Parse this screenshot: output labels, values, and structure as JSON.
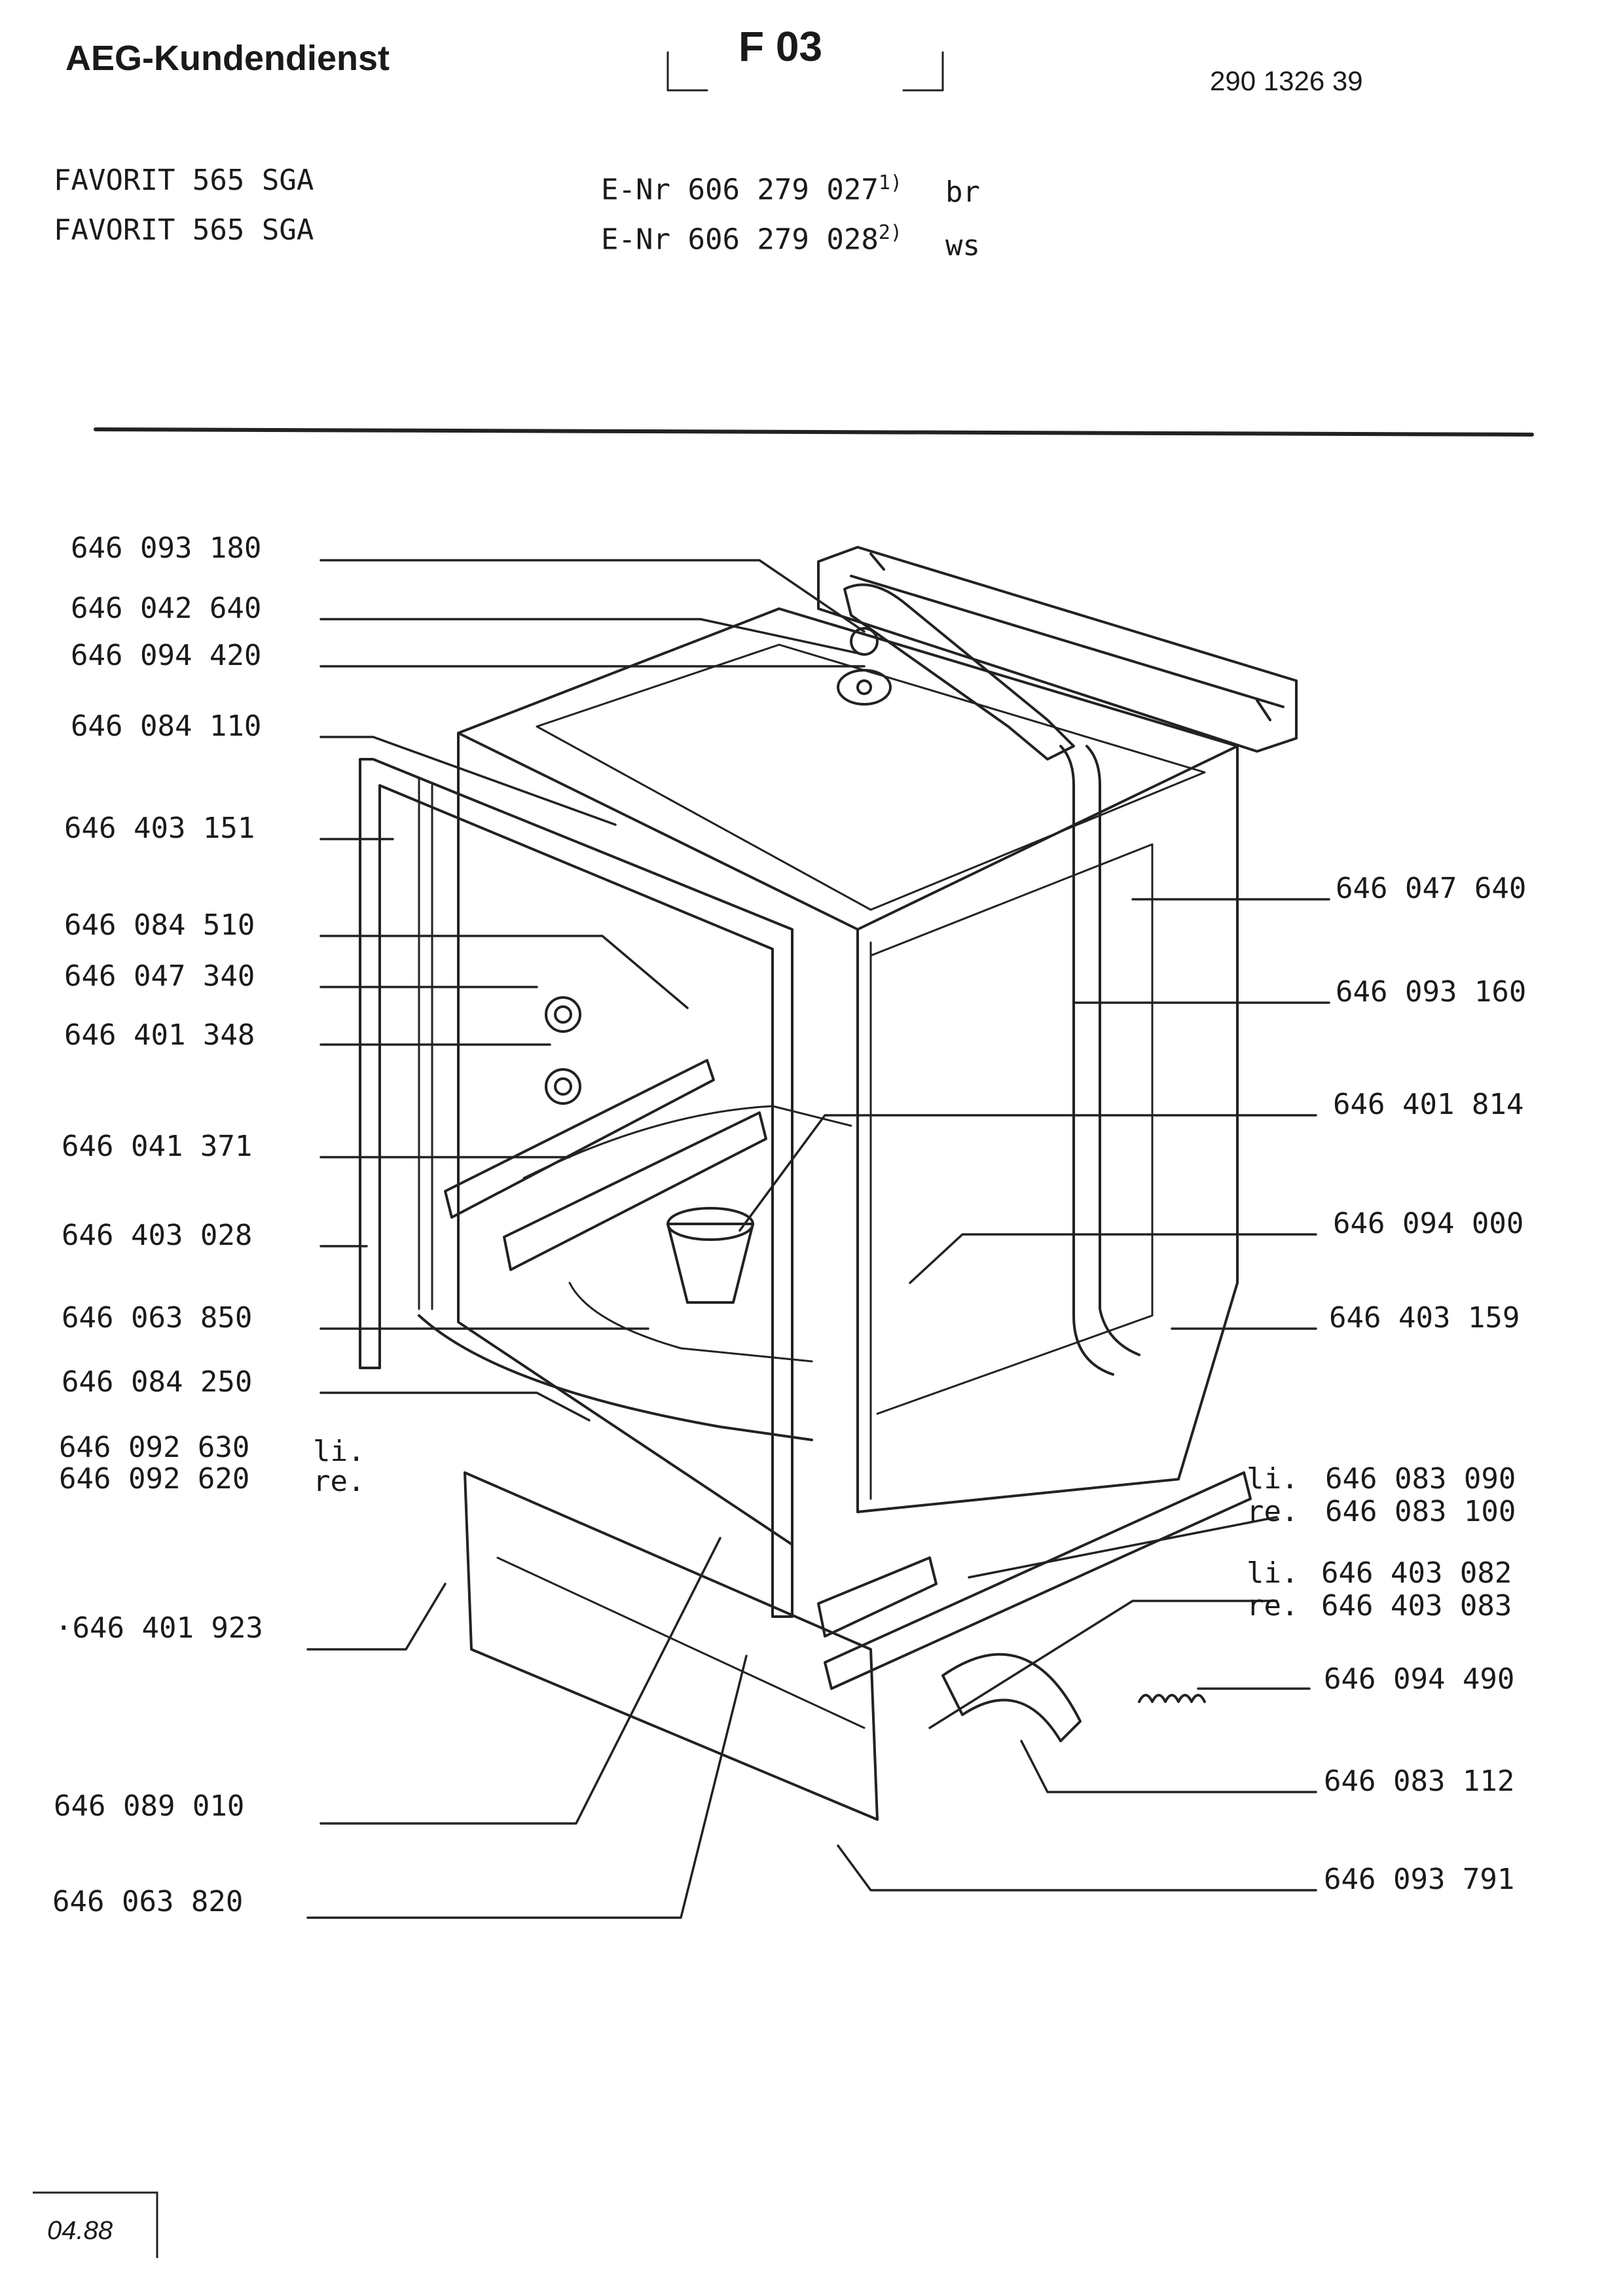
{
  "header": {
    "brand": "AEG-Kundendienst",
    "sheet": "F 03",
    "doc_number": "290 1326 39"
  },
  "models": [
    {
      "name": "FAVORIT 565 SGA",
      "enr_prefix": "E-Nr",
      "enr": "606 279 027",
      "note": "1)",
      "color": "br"
    },
    {
      "name": "FAVORIT 565 SGA",
      "enr_prefix": "E-Nr",
      "enr": "606 279 028",
      "note": "2)",
      "color": "ws"
    }
  ],
  "parts_left": [
    {
      "number": "646 093 180"
    },
    {
      "number": "646 042 640"
    },
    {
      "number": "646 094 420"
    },
    {
      "number": "646 084 110"
    },
    {
      "number": "646 403 151"
    },
    {
      "number": "646 084 510"
    },
    {
      "number": "646 047 340"
    },
    {
      "number": "646 401 348"
    },
    {
      "number": "646 041 371"
    },
    {
      "number": "646 403 028"
    },
    {
      "number": "646 063 850"
    },
    {
      "number": "646 084 250"
    },
    {
      "number": "646 092 630",
      "side": "li."
    },
    {
      "number": "646 092 620",
      "side": "re."
    },
    {
      "number": "646 401 923"
    },
    {
      "number": "646 089 010"
    },
    {
      "number": "646 063 820"
    }
  ],
  "parts_right": [
    {
      "number": "646 047 640"
    },
    {
      "number": "646 093 160"
    },
    {
      "number": "646 401 814"
    },
    {
      "number": "646 094 000"
    },
    {
      "number": "646 403 159"
    },
    {
      "number": "646 083 090",
      "side": "li."
    },
    {
      "number": "646 083 100",
      "side": "re."
    },
    {
      "number": "646 403 082",
      "side": "li."
    },
    {
      "number": "646 403 083",
      "side": "re."
    },
    {
      "number": "646 094 490"
    },
    {
      "number": "646 083 112"
    },
    {
      "number": "646 093 791"
    }
  ],
  "footer": {
    "date": "04.88"
  }
}
